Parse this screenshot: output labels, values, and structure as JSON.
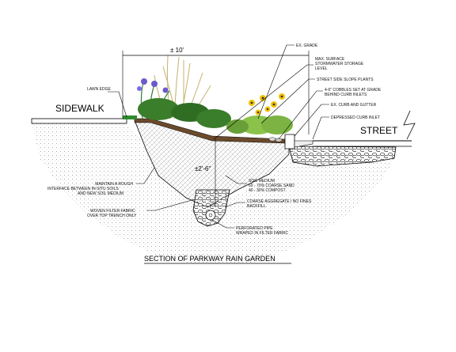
{
  "title": "SECTION OF PARKWAY RAIN GARDEN",
  "dimensions": {
    "width": "± 10'",
    "depth": "±2'-6\""
  },
  "places": {
    "sidewalk": "SIDEWALK",
    "street": "STREET"
  },
  "labels": {
    "lawn_edge": "LAWN EDGE",
    "ex_grade": "EX. GRADE",
    "max_storage_1": "MAX. SURFACE",
    "max_storage_2": "STORMWATER STORAGE",
    "max_storage_3": "LEVEL",
    "slope_plants": "STREET SIDE SLOPE PLANTS",
    "cobbles_1": "4-6\" COBBLES SET AT GRADE",
    "cobbles_2": "BEHIND CURB INLETS",
    "curb_gutter": "EX. CURB AND GUTTER",
    "curb_inlet": "DEPRESSED CURB INLET",
    "interface_1": "MAINTAIN A ROUGH",
    "interface_2": "INTERFACE BETWEEN IN-SITU SOILS",
    "interface_3": "AND NEW SOIL MEDIUM",
    "soil_1": "SOIL MEDIUM",
    "soil_2": "60 - 70% COARSE SAND",
    "soil_3": "40 - 30% COMPOST",
    "aggregate_1": "COARSE AGGREGATE / NO FINES",
    "aggregate_2": "BACKFILL",
    "fabric_1": "WOVEN FILTER FABRIC",
    "fabric_2": "OVER TOP TRENCH ONLY",
    "pipe_1": "PERFORATED PIPE",
    "pipe_2": "WRAPED IN FILTER FABRIC"
  },
  "colors": {
    "grass": "#2e8b2e",
    "leaf_dark": "#3a7d2a",
    "leaf_light": "#8bc34a",
    "iris": "#6a5acd",
    "daisy": "#f2c200",
    "mulch": "#6b4a2b",
    "grass_tan": "#c9b77a"
  }
}
